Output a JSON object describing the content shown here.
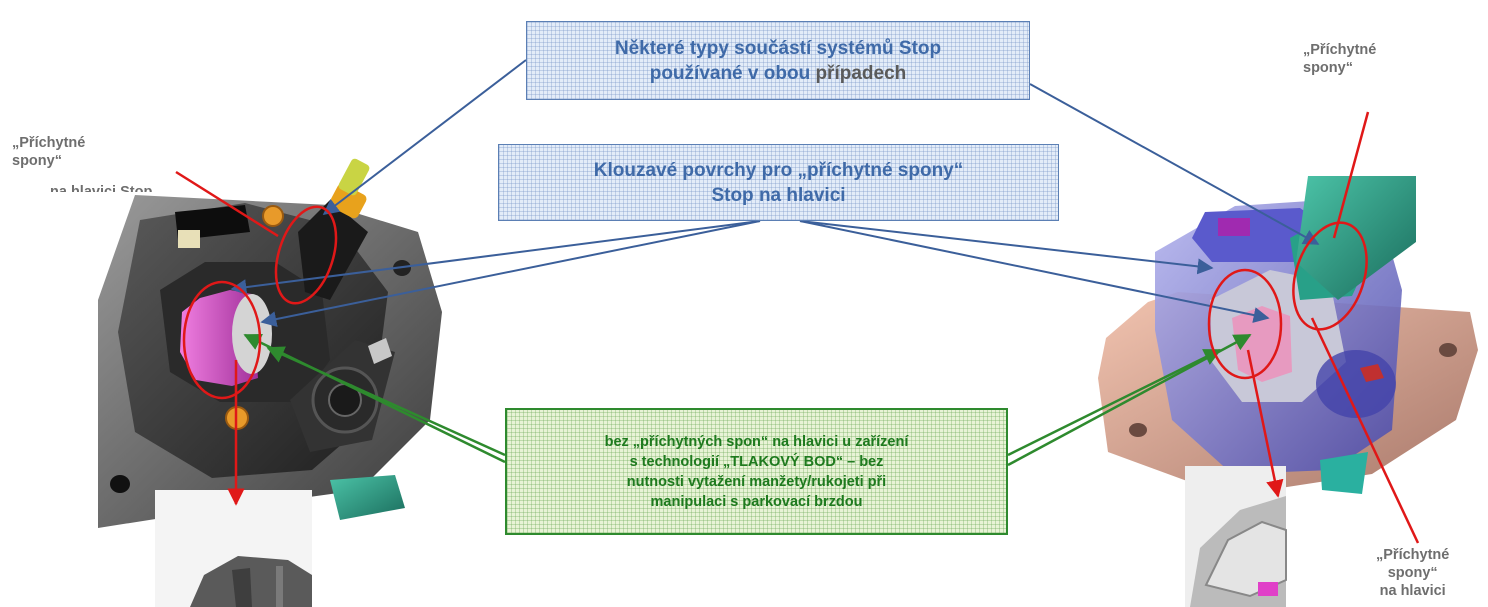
{
  "callouts": {
    "top_box": {
      "line1": "Některé typy součástí systémů Stop",
      "line2_a": "používané v obou ",
      "line2_b": "případech"
    },
    "mid_box": {
      "line1": "Klouzavé povrchy pro „příchytné spony“",
      "line2": "Stop na hlavici"
    },
    "green_box": {
      "line1": "bez „příchytných spon“ na hlavici u zařízení",
      "line2": "s technologií „TLAKOVÝ BOD“ – bez",
      "line3": "nutnosti vytažení manžety/rukojeti při",
      "line4": "manipulaci s parkovací brzdou"
    }
  },
  "labels": {
    "left": {
      "line1": "„Příchytné",
      "line2": "spony“",
      "line3_cut": "na hlavici Stop"
    },
    "right_top": {
      "line1": "„Příchytné",
      "line2": "spony“"
    },
    "right_bottom": {
      "line1": "„Příchytné",
      "line2": "spony“",
      "line3": "na hlavici"
    }
  },
  "colors": {
    "blue_text": "#3f6aa8",
    "blue_leader": "#3b5f9a",
    "green_text": "#1e7a1e",
    "green_leader": "#2e8a2e",
    "red_marker": "#e01818",
    "label_gray": "#6e6e6e"
  }
}
